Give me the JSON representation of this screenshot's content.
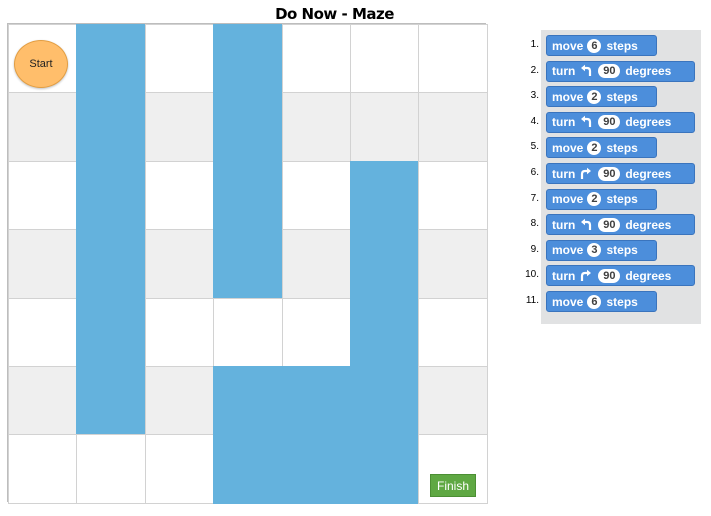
{
  "title": "Do Now - Maze",
  "maze": {
    "start_label": "Start",
    "finish_label": "Finish",
    "grid": [
      [
        0,
        1,
        0,
        1,
        0,
        0,
        0
      ],
      [
        0,
        1,
        0,
        1,
        0,
        0,
        0
      ],
      [
        0,
        1,
        0,
        1,
        0,
        1,
        0
      ],
      [
        0,
        1,
        0,
        1,
        0,
        1,
        0
      ],
      [
        0,
        1,
        0,
        0,
        0,
        1,
        0
      ],
      [
        0,
        1,
        0,
        1,
        1,
        1,
        0
      ],
      [
        0,
        0,
        0,
        1,
        1,
        1,
        0
      ]
    ],
    "colors": {
      "path": "#64b2dd",
      "stripe": "#efefef",
      "white": "#ffffff"
    }
  },
  "code": {
    "blocks": [
      {
        "num": "1.",
        "type": "move",
        "word1": "move",
        "value": "6",
        "word2": "steps"
      },
      {
        "num": "2.",
        "type": "turn",
        "word1": "turn",
        "dir": "left",
        "value": "90",
        "word2": "degrees"
      },
      {
        "num": "3.",
        "type": "move",
        "word1": "move",
        "value": "2",
        "word2": "steps"
      },
      {
        "num": "4.",
        "type": "turn",
        "word1": "turn",
        "dir": "left",
        "value": "90",
        "word2": "degrees"
      },
      {
        "num": "5.",
        "type": "move",
        "word1": "move",
        "value": "2",
        "word2": "steps"
      },
      {
        "num": "6.",
        "type": "turn",
        "word1": "turn",
        "dir": "right",
        "value": "90",
        "word2": "degrees"
      },
      {
        "num": "7.",
        "type": "move",
        "word1": "move",
        "value": "2",
        "word2": "steps"
      },
      {
        "num": "8.",
        "type": "turn",
        "word1": "turn",
        "dir": "left",
        "value": "90",
        "word2": "degrees"
      },
      {
        "num": "9.",
        "type": "move",
        "word1": "move",
        "value": "3",
        "word2": "steps"
      },
      {
        "num": "10.",
        "type": "turn",
        "word1": "turn",
        "dir": "right",
        "value": "90",
        "word2": "degrees"
      },
      {
        "num": "11.",
        "type": "move",
        "word1": "move",
        "value": "6",
        "word2": "steps"
      }
    ],
    "block_color": "#4c8edb",
    "panel_color": "#e1e2e3"
  }
}
